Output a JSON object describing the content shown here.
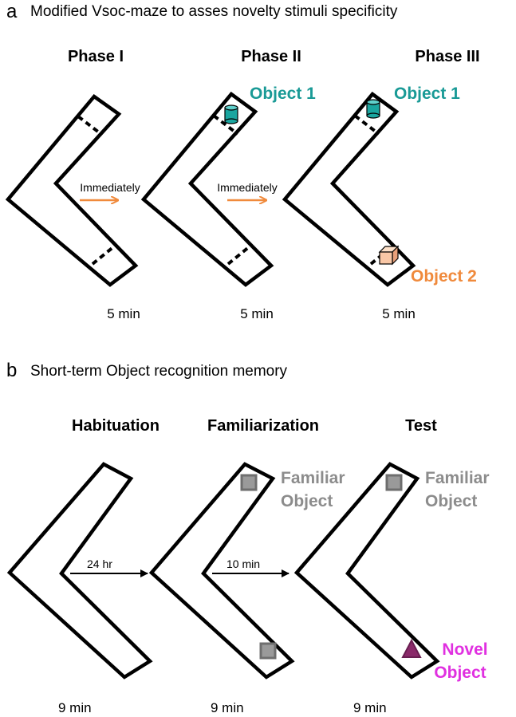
{
  "panel_a": {
    "letter": "a",
    "title": "Modified Vsoc-maze to asses novelty stimuli specificity",
    "phases": [
      {
        "label": "Phase I",
        "time": "5 min"
      },
      {
        "label": "Phase II",
        "time": "5 min"
      },
      {
        "label": "Phase III",
        "time": "5 min"
      }
    ],
    "arrows": [
      "Immediately",
      "Immediately"
    ],
    "objects": {
      "object1_phase2": "Object 1",
      "object1_phase3": "Object 1",
      "object2_phase3": "Object 2"
    }
  },
  "panel_b": {
    "letter": "b",
    "title": "Short-term Object recognition memory",
    "phases": [
      {
        "label": "Habituation",
        "time": "9 min"
      },
      {
        "label": "Familiarization",
        "time": "9 min"
      },
      {
        "label": "Test",
        "time": "9 min"
      }
    ],
    "arrows": [
      "24 hr",
      "10 min"
    ],
    "objects": {
      "familiar_line1_fam": "Familiar",
      "familiar_line2_fam": "Object",
      "familiar_line1_test": "Familiar",
      "familiar_line2_test": "Object",
      "novel_line1": "Novel",
      "novel_line2": "Object"
    }
  },
  "colors": {
    "teal": "#199a96",
    "orange": "#f08a3c",
    "gray": "#8c8c8c",
    "magenta": "#e030e0",
    "purple": "#8a2a6a"
  }
}
